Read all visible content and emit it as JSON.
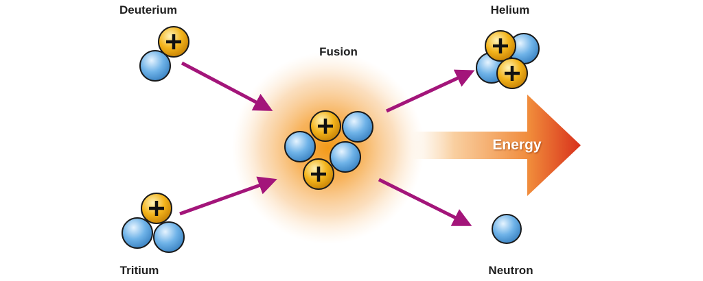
{
  "labels": {
    "deuterium": "Deuterium",
    "tritium": "Tritium",
    "fusion": "Fusion",
    "helium": "Helium",
    "neutron": "Neutron",
    "energy": "Energy"
  },
  "colors": {
    "proton": "#f3b41c",
    "neutron": "#6fb3e8",
    "arrow": "#a3157a",
    "energy_start": "#fbe3c4",
    "energy_end": "#d8301c",
    "glow": "#f49a18"
  },
  "icons": {
    "proton": "plus-sign-circle",
    "neutron": "plain-circle"
  }
}
